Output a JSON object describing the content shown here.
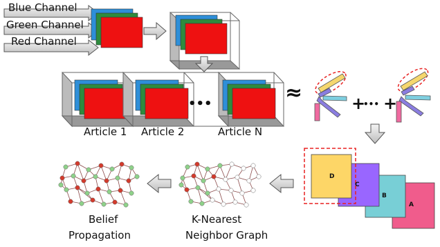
{
  "channels": [
    "Blue Channel",
    "Green Channel",
    "Red Channel"
  ],
  "articles": [
    "Article 1",
    "Article 2",
    "Article N"
  ],
  "ellipsis": "•••",
  "approx_symbol": "≈",
  "sum_dots": "•••",
  "plus_symbol": "+",
  "boxes": [
    "D",
    "C",
    "B",
    "A"
  ],
  "belief_label": [
    "Belief",
    "Propagation"
  ],
  "knn_label": [
    "K-Nearest",
    "Neighbor Graph"
  ],
  "colors": {
    "blue": "#2e8fd8",
    "green": "#2e8b3e",
    "red": "#ee1111",
    "box_d": "#fdd667",
    "box_c": "#9966ff",
    "box_b": "#78cfd6",
    "box_a": "#f05c8c",
    "dashed": "#e82020",
    "arrow_fill": "#dddddd",
    "arrow_stroke": "#555555"
  }
}
